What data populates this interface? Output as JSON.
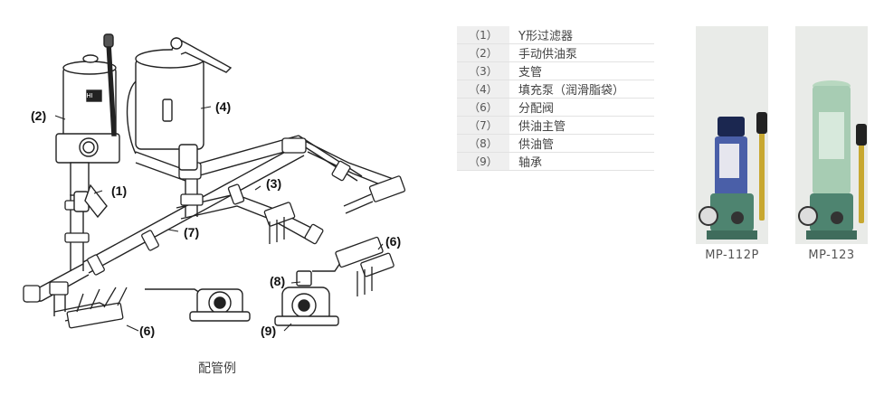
{
  "diagram": {
    "callouts": {
      "c2": "(2)",
      "c4": "(4)",
      "c1": "(1)",
      "c3": "(3)",
      "c7": "(7)",
      "c6a": "(6)",
      "c8": "(8)",
      "c9": "(9)",
      "c6b": "(6)"
    },
    "pump_badge": "IHI",
    "caption": "配管例"
  },
  "legend": {
    "rows": [
      {
        "num": "（1）",
        "name": "Y形过滤器"
      },
      {
        "num": "（2）",
        "name": "手动供油泵"
      },
      {
        "num": "（3）",
        "name": "支管"
      },
      {
        "num": "（4）",
        "name": "填充泵（润滑脂袋）"
      },
      {
        "num": "（6）",
        "name": "分配阀"
      },
      {
        "num": "（7）",
        "name": "供油主管"
      },
      {
        "num": "（8）",
        "name": "供油管"
      },
      {
        "num": "（9）",
        "name": "轴承"
      }
    ]
  },
  "products": [
    {
      "model": "MP-112P"
    },
    {
      "model": "MP-123"
    }
  ]
}
